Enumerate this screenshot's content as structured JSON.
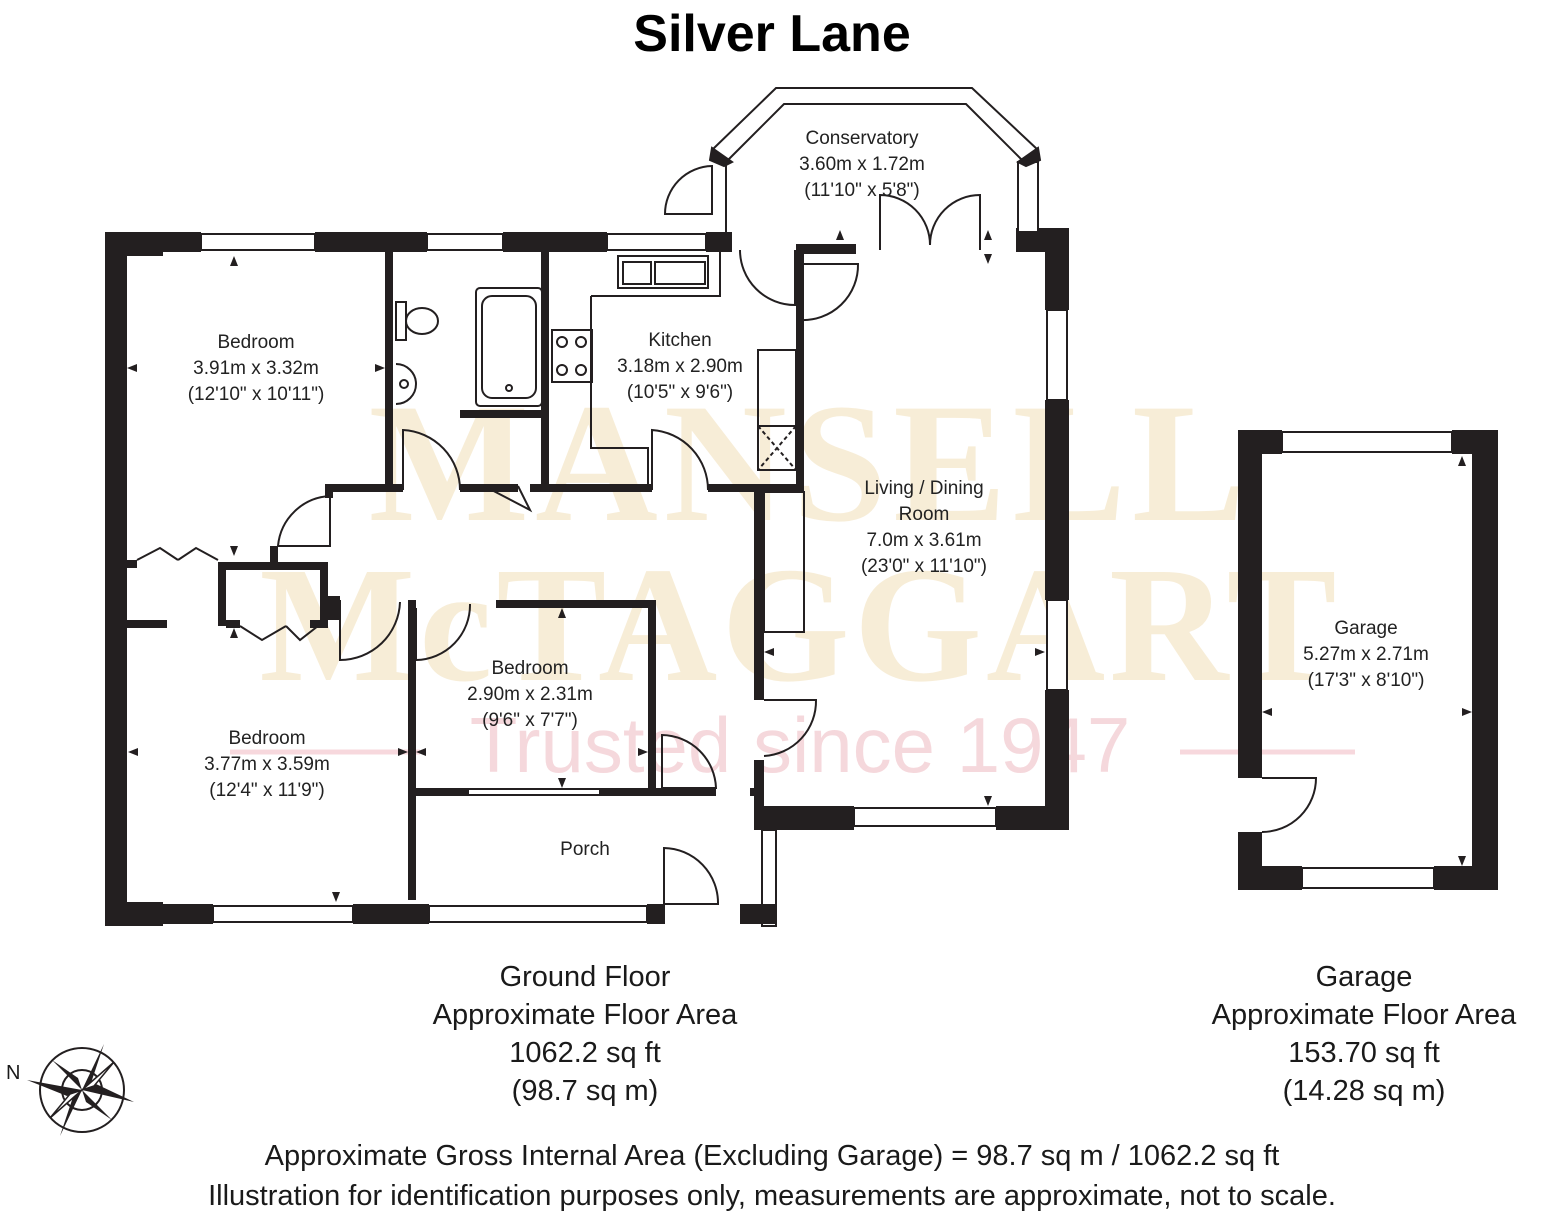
{
  "title": "Silver Lane",
  "watermark": {
    "line1": "MANSELL",
    "line2": "McTAGGART",
    "tagline": "Trusted since 1947",
    "brand_color": "#f1dfb8",
    "accent_color": "#f2c9cf"
  },
  "rooms": {
    "conservatory": {
      "name": "Conservatory",
      "metric": "3.60m x 1.72m",
      "imperial": "(11'10\" x 5'8\")"
    },
    "bedroom1": {
      "name": "Bedroom",
      "metric": "3.91m x 3.32m",
      "imperial": "(12'10\" x 10'11\")"
    },
    "kitchen": {
      "name": "Kitchen",
      "metric": "3.18m x 2.90m",
      "imperial": "(10'5\" x 9'6\")"
    },
    "living": {
      "name": "Living / Dining",
      "name2": "Room",
      "metric": "7.0m x 3.61m",
      "imperial": "(23'0\" x 11'10\")"
    },
    "bedroom2": {
      "name": "Bedroom",
      "metric": "2.90m x 2.31m",
      "imperial": "(9'6\" x 7'7\")"
    },
    "bedroom3": {
      "name": "Bedroom",
      "metric": "3.77m x 3.59m",
      "imperial": "(12'4\" x 11'9\")"
    },
    "porch": {
      "name": "Porch"
    },
    "garage": {
      "name": "Garage",
      "metric": "5.27m x 2.71m",
      "imperial": "(17'3\" x 8'10\")"
    }
  },
  "ground_floor_area": {
    "line1": "Ground Floor",
    "line2": "Approximate Floor Area",
    "line3": "1062.2 sq ft",
    "line4": "(98.7 sq m)"
  },
  "garage_area": {
    "line1": "Garage",
    "line2": "Approximate Floor Area",
    "line3": "153.70 sq ft",
    "line4": "(14.28 sq m)"
  },
  "compass": {
    "label": "N",
    "icon": "compass-rose-icon"
  },
  "footer": {
    "line1": "Approximate Gross Internal Area (Excluding Garage) = 98.7 sq m / 1062.2 sq ft",
    "line2": "Illustration for identification purposes only, measurements are approximate, not to scale."
  }
}
